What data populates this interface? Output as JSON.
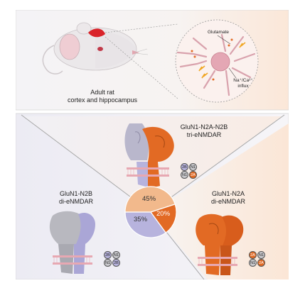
{
  "top_panel": {
    "rat_caption_line1": "Adult rat",
    "rat_caption_line2": "cortex and hippocampus",
    "glutamate_label": "Glutamate",
    "influx_label_line1": "Na⁺/Ca²⁺",
    "influx_label_line2": "influx"
  },
  "receptors": {
    "tri": {
      "line1": "GluN1-N2A-N2B",
      "line2": "tri-eNMDAR",
      "chips": [
        "2B",
        "N1",
        "N1",
        "2A"
      ]
    },
    "n2b": {
      "line1": "GluN1-N2B",
      "line2": "di-eNMDAR",
      "chips": [
        "2B",
        "N1",
        "N1",
        "2B"
      ]
    },
    "n2a": {
      "line1": "GluN1-N2A",
      "line2": "di-eNMDAR",
      "chips": [
        "2A",
        "N1",
        "N1",
        "2A"
      ]
    }
  },
  "chart_data": {
    "type": "pie",
    "slices": [
      {
        "label": "45%",
        "value": 45,
        "color": "#f2b98c"
      },
      {
        "label": "20%",
        "value": 20,
        "color": "#e26a24"
      },
      {
        "label": "35%",
        "value": 35,
        "color": "#b7b3dd"
      }
    ]
  },
  "colors": {
    "orange": "#e26a24",
    "purple": "#a9a4d8",
    "grey": "#b9b9c0"
  }
}
